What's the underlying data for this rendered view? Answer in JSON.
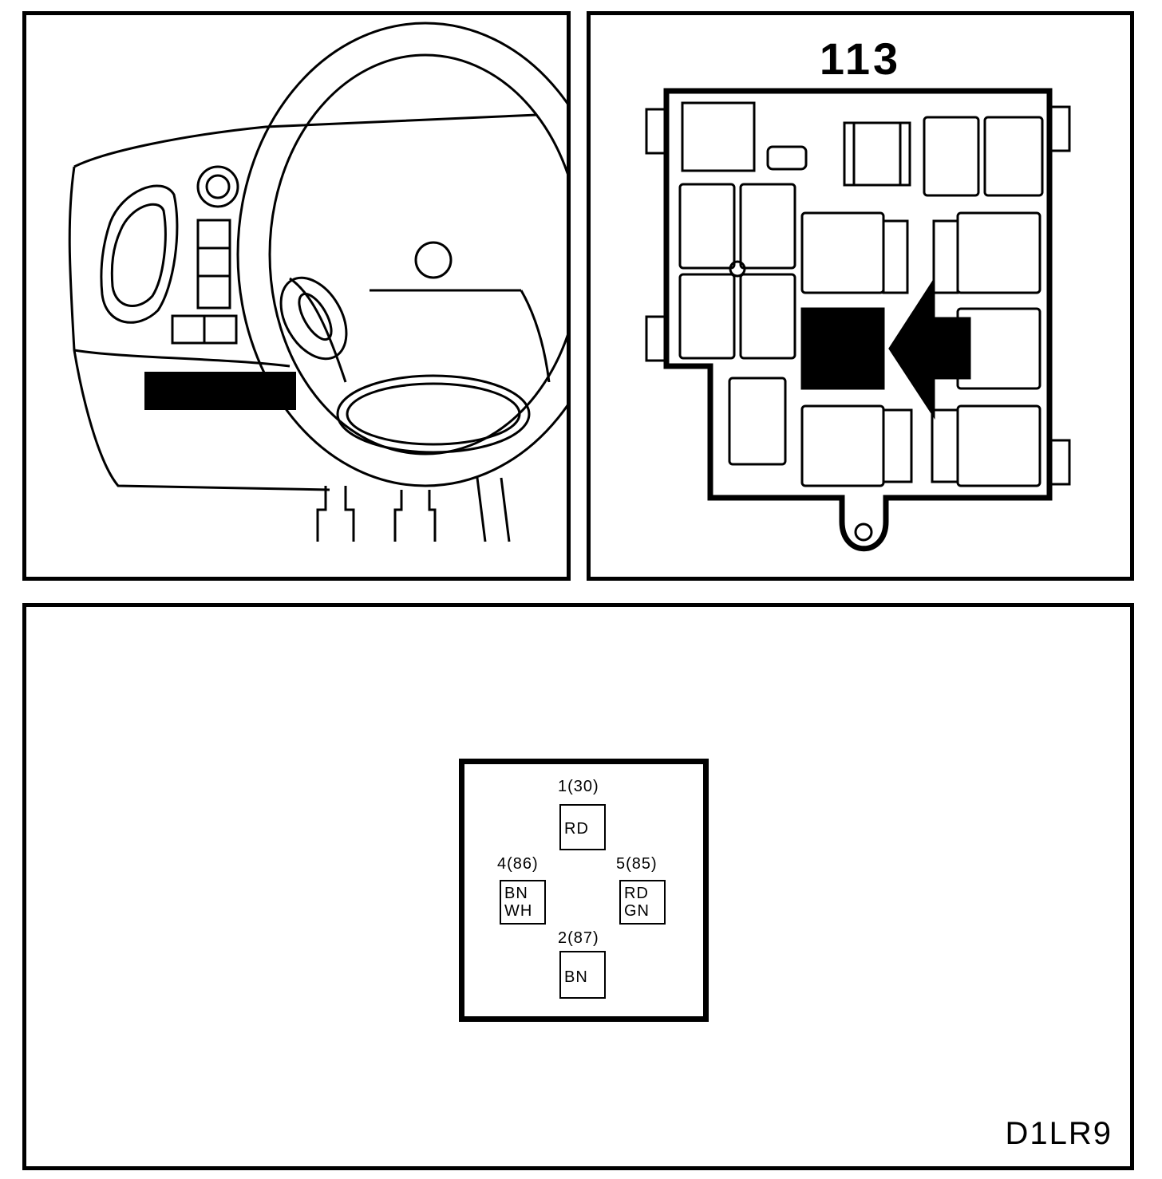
{
  "relay_box": {
    "label": "113"
  },
  "pinout": {
    "pins": [
      {
        "number": "1(30)",
        "colors": [
          "RD"
        ]
      },
      {
        "number": "4(86)",
        "colors": [
          "BN",
          "WH"
        ]
      },
      {
        "number": "5(85)",
        "colors": [
          "RD",
          "GN"
        ]
      },
      {
        "number": "2(87)",
        "colors": [
          "BN"
        ]
      }
    ]
  },
  "diagram_code": "D1LR9",
  "icons": [
    "dashboard-steering-wheel-icon",
    "relay-box-icon",
    "location-arrow-icon"
  ],
  "colors": {
    "ink": "#000000",
    "paper": "#ffffff"
  }
}
